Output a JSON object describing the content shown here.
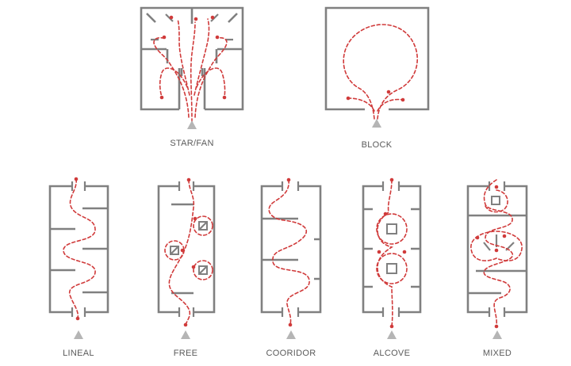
{
  "colors": {
    "wall": "#808080",
    "path": "#d03a3a",
    "marker": "#b5b5b5",
    "label": "#5a5a5a"
  },
  "layouts": {
    "star_fan": {
      "label": "STAR/FAN"
    },
    "block": {
      "label": "BLOCK"
    },
    "lineal": {
      "label": "LINEAL"
    },
    "free": {
      "label": "FREE"
    },
    "cooridor": {
      "label": "COORIDOR"
    },
    "alcove": {
      "label": "ALCOVE"
    },
    "mixed": {
      "label": "MIXED"
    }
  }
}
